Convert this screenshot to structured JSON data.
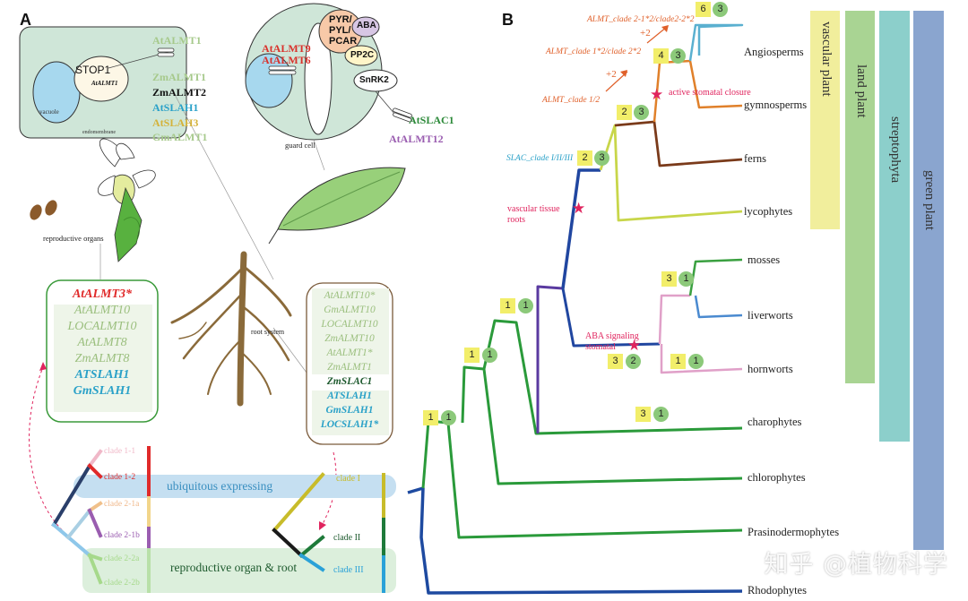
{
  "panel_a": {
    "label": "A",
    "cell": {
      "vacuole": "vacuole",
      "endomembrane": "endomembrane",
      "stop1": "STOP1",
      "nucleus_gene": "AtALMT1",
      "genes": [
        {
          "text": "AtALMT1",
          "color": "#a6c98b"
        },
        {
          "text": "ZmALMT1",
          "color": "#a6c98b"
        },
        {
          "text": "ZmALMT2",
          "color": "#111111"
        },
        {
          "text": "AtSLAH1",
          "color": "#2aa1c8"
        },
        {
          "text": "AtSLAH3",
          "color": "#d4b23a"
        },
        {
          "text": "GmALMT1",
          "color": "#a6c98b"
        }
      ]
    },
    "guard_cell": {
      "label": "guard cell",
      "left_genes": [
        {
          "text": "AtALMT9",
          "color": "#d9312b"
        },
        {
          "text": "AtALMT6",
          "color": "#d9312b"
        }
      ],
      "pyr": "PYR/\nPYL/\nPCAR",
      "aba": "ABA",
      "pp2c": "PP2C",
      "snrk2": "SnRK2",
      "right_genes": [
        {
          "text": "AtSLAC1",
          "color": "#2d8a3a"
        },
        {
          "text": "AtALMT12",
          "color": "#9a5db0"
        }
      ]
    },
    "reproductive_organs": "reproductive organs",
    "root_system": "root system",
    "repro_genes": [
      {
        "text": "AtALMT3*",
        "color": "#e02a2a"
      },
      {
        "text": "AtALMT10",
        "color": "#9bbf7e"
      },
      {
        "text": "LOCALMT10",
        "color": "#9bbf7e"
      },
      {
        "text": "AtALMT8",
        "color": "#9bbf7e"
      },
      {
        "text": "ZmALMT8",
        "color": "#9bbf7e"
      },
      {
        "text": "ATSLAH1",
        "color": "#2aa1c8"
      },
      {
        "text": "GmSLAH1",
        "color": "#2aa1c8"
      }
    ],
    "root_genes": [
      {
        "text": "AtALMT10*",
        "color": "#9bbf7e"
      },
      {
        "text": "GmALMT10",
        "color": "#9bbf7e"
      },
      {
        "text": "LOCALMT10",
        "color": "#9bbf7e"
      },
      {
        "text": "ZmALMT10",
        "color": "#9bbf7e"
      },
      {
        "text": "AtALMT1*",
        "color": "#9bbf7e"
      },
      {
        "text": "ZmALMT1",
        "color": "#9bbf7e"
      },
      {
        "text": "ZmSLAC1",
        "color": "#1e5a2e"
      },
      {
        "text": "ATSLAH1",
        "color": "#2aa1c8"
      },
      {
        "text": "GmSLAH1",
        "color": "#2aa1c8"
      },
      {
        "text": "LOCSLAH1*",
        "color": "#2aa1c8"
      }
    ],
    "clades_left": {
      "c11": "clade 1-1",
      "c12": "clade 1-2",
      "c21a": "clade 2-1a",
      "c21b": "clade 2-1b",
      "c22a": "clade 2-2a",
      "c22b": "clade 2-2b"
    },
    "clades_right": {
      "ci": "clade I",
      "cii": "clade II",
      "ciii": "clade III"
    },
    "band_ubiquitous": "ubiquitous expressing",
    "band_repro_root": "reproductive organ & root"
  },
  "panel_b": {
    "label": "B",
    "taxa": [
      "Angiosperms",
      "gymnosperms",
      "ferns",
      "lycophytes",
      "mosses",
      "liverworts",
      "hornworts",
      "charophytes",
      "chlorophytes",
      "Prasinodermophytes",
      "Rhodophytes"
    ],
    "bars": {
      "vascular": "vascular plant",
      "land": "land plant",
      "strepto": "streptophyta",
      "green": "green plant"
    },
    "annotations": {
      "almt12": "ALMT_clade 1/2",
      "almt_dup": "ALMT_clade 1*2/clade 2*2",
      "almt_dup2": "ALMT_clade 2-1*2/clade2-2*2",
      "slac": "SLAC_clade I/II/III",
      "plus2a": "+2",
      "plus2b": "+2"
    },
    "events": {
      "vascular": "vascular tissue\nroots",
      "aba": "ABA signaling\nstomatal",
      "active": "active stomatal closure"
    },
    "badges": {
      "b1": {
        "sq": "6",
        "ci": "3"
      },
      "b2": {
        "sq": "4",
        "ci": "3"
      },
      "b3": {
        "sq": "2",
        "ci": "3"
      },
      "b4": {
        "sq": "2",
        "ci": "3"
      },
      "b5": {
        "sq": "3",
        "ci": "1"
      },
      "b6": {
        "sq": "1",
        "ci": "1"
      },
      "b7": {
        "sq": "1",
        "ci": "1"
      },
      "b8": {
        "sq": "3",
        "ci": "2"
      },
      "b9": {
        "sq": "1",
        "ci": "1"
      },
      "b10": {
        "sq": "3",
        "ci": "1"
      },
      "b11": {
        "sq": "1",
        "ci": "1"
      }
    }
  },
  "watermark": "知乎 @植物科学"
}
